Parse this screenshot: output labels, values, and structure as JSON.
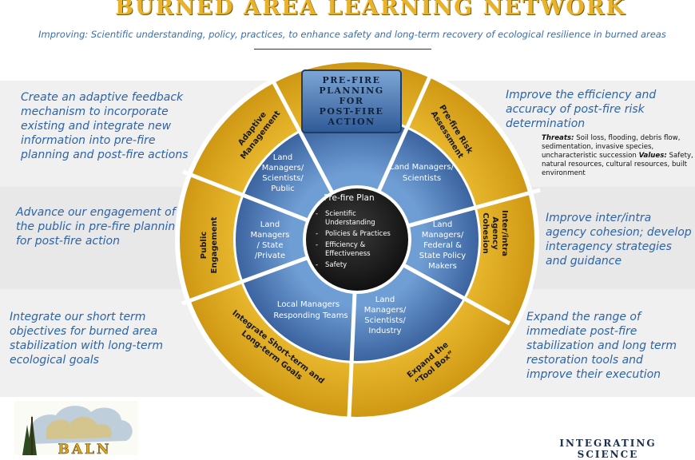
{
  "header": {
    "title": "BURNED AREA LEARNING NETWORK",
    "subtitle": "Improving: Scientific understanding, policy, practices, to enhance safety and  long-term recovery of ecological resilience in burned areas"
  },
  "goals": {
    "top_left": "Create an adaptive feedback mechanism to incorporate existing and integrate new information into pre-fire planning and post-fire actions",
    "mid_left": "Advance our engagement of the public in pre-fire planning for post-fire action",
    "bottom_left": "Integrate our short term objectives for burned area stabilization with long-term ecological goals",
    "top_right": "Improve the efficiency and accuracy of post-fire risk determination",
    "mid_right": "Improve inter/intra agency cohesion; develop interagency strategies and guidance",
    "bottom_right": "Expand the range of immediate post-fire stabilization and long term restoration tools and improve their execution"
  },
  "threats_box": {
    "threats_label": "Threats:",
    "threats_text": "Soil loss, flooding, debris flow, sedimentation, invasive species, uncharacteristic succession",
    "values_label": "Values:",
    "values_text": "Safety, natural resources, cultural resources, built environment"
  },
  "wheel": {
    "banner": [
      "PRE-FIRE",
      "PLANNING",
      "FOR",
      "POST-FIRE",
      "ACTION"
    ],
    "outer": {
      "adaptive": [
        "Adaptive",
        "Management"
      ],
      "risk": [
        "Pre-fire Risk",
        "Assessment"
      ],
      "cohesion": [
        "Inter/intra",
        "Agency",
        "Cohesion"
      ],
      "public": [
        "Public",
        "Engagement"
      ],
      "integrate": [
        "Integrate Short-term and",
        "Long-term Goals"
      ],
      "toolbox": [
        "Expand the",
        "“Tool Box”"
      ]
    },
    "inner": {
      "top_left": [
        "Land",
        "Managers/",
        "Scientists/",
        "Public"
      ],
      "top_right": [
        "Land Managers/",
        "Scientists"
      ],
      "right": [
        "Land",
        "Managers/",
        "Federal &",
        "State Policy",
        "Makers"
      ],
      "left": [
        "Land",
        "Managers",
        "/ State",
        "/Private"
      ],
      "bottom_left": [
        "Local Managers",
        "Responding Teams"
      ],
      "bottom_right": [
        "Land",
        "Managers/",
        "Scientists/",
        "Industry"
      ]
    },
    "center": {
      "title": "Pre-fire Plan",
      "items": [
        "Scientific Understanding",
        "Policies & Practices",
        "Efficiency & Effectiveness",
        "Safety"
      ]
    }
  },
  "logo_text": "BALN",
  "footer": [
    "INTEGRATING",
    "SCIENCE"
  ],
  "colors": {
    "gold": "#e3ad21",
    "blue": "#3f6fa9",
    "goal_text": "#2c63a9",
    "center": "#1e1e1e"
  }
}
